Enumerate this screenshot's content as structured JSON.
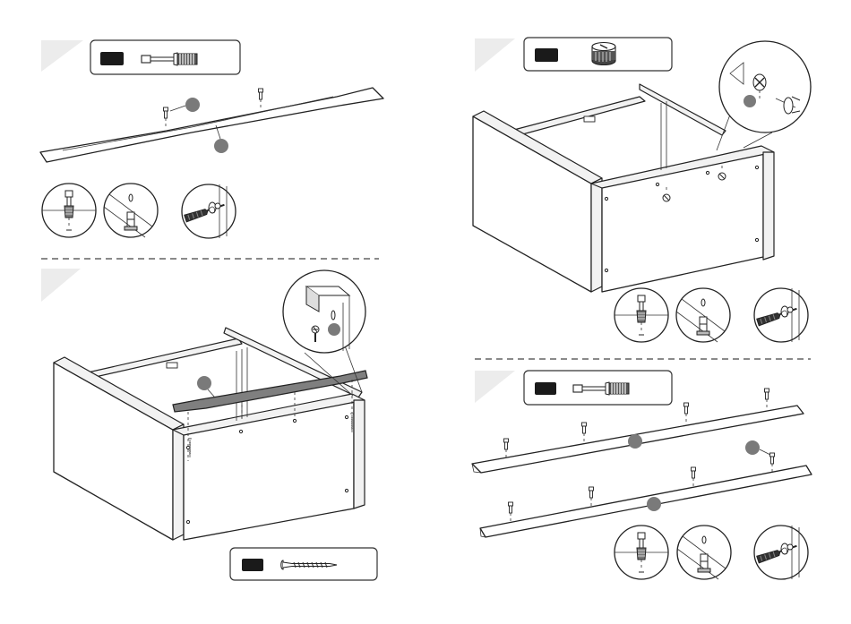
{
  "colors": {
    "line": "#222222",
    "step_tab": "#ececec",
    "part_badge": "#1a1a1a",
    "callout_marker": "#7a7a7a",
    "highlight_rail": "#7f7f7f"
  },
  "icons": {
    "cam_bolt": "cam-bolt-icon",
    "cam_lock": "cam-lock-icon",
    "wood_screw": "wood-screw-icon",
    "screwdriver": "screwdriver-icon"
  },
  "steps": [
    {
      "id": "top-left",
      "part": "cam-bolt"
    },
    {
      "id": "top-right",
      "part": "cam-lock"
    },
    {
      "id": "bottom-left",
      "part": "wood-screw"
    },
    {
      "id": "bottom-right",
      "part": "cam-bolt"
    }
  ]
}
